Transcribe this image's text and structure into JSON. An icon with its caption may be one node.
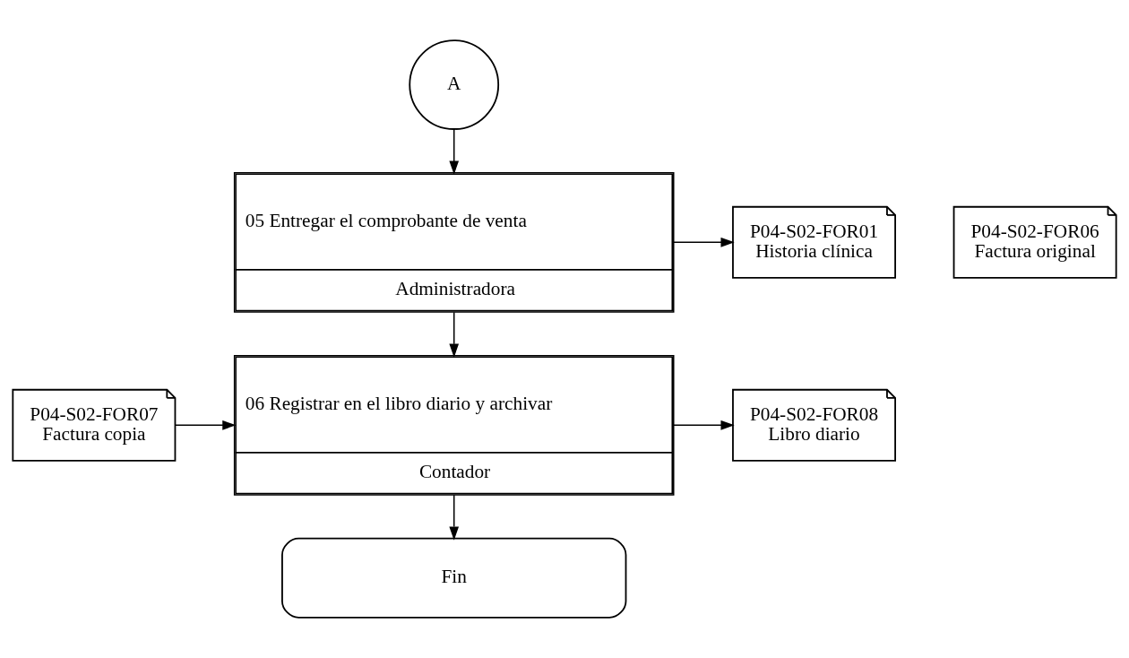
{
  "diagram": {
    "nodes": [
      {
        "text": [
          "A"
        ]
      },
      {
        "text": [
          "05 Entregar el comprobante de venta",
          "Administradora"
        ]
      },
      {
        "text": [
          "P04-S02-FOR01",
          "Historia clínica"
        ]
      },
      {
        "text": [
          "P04-S02-FOR06",
          "Factura original"
        ]
      },
      {
        "text": [
          "P04-S02-FOR07",
          "Factura copia"
        ]
      },
      {
        "text": [
          "06 Registrar en el libro diario y archivar",
          "Contador"
        ]
      },
      {
        "text": [
          "P04-S02-FOR08",
          "Libro diario"
        ]
      },
      {
        "text": [
          "Fin"
        ]
      }
    ],
    "edges": [
      {
        "from": 0,
        "to": 1,
        "arrow": "to"
      },
      {
        "from": 1,
        "to": 2,
        "arrow": "to"
      },
      {
        "from": 1,
        "to": 5,
        "arrow": "to"
      },
      {
        "from": 4,
        "to": 5,
        "arrow": "to"
      },
      {
        "from": 5,
        "to": 6,
        "arrow": "to"
      },
      {
        "from": 5,
        "to": 7,
        "arrow": "to"
      }
    ]
  }
}
